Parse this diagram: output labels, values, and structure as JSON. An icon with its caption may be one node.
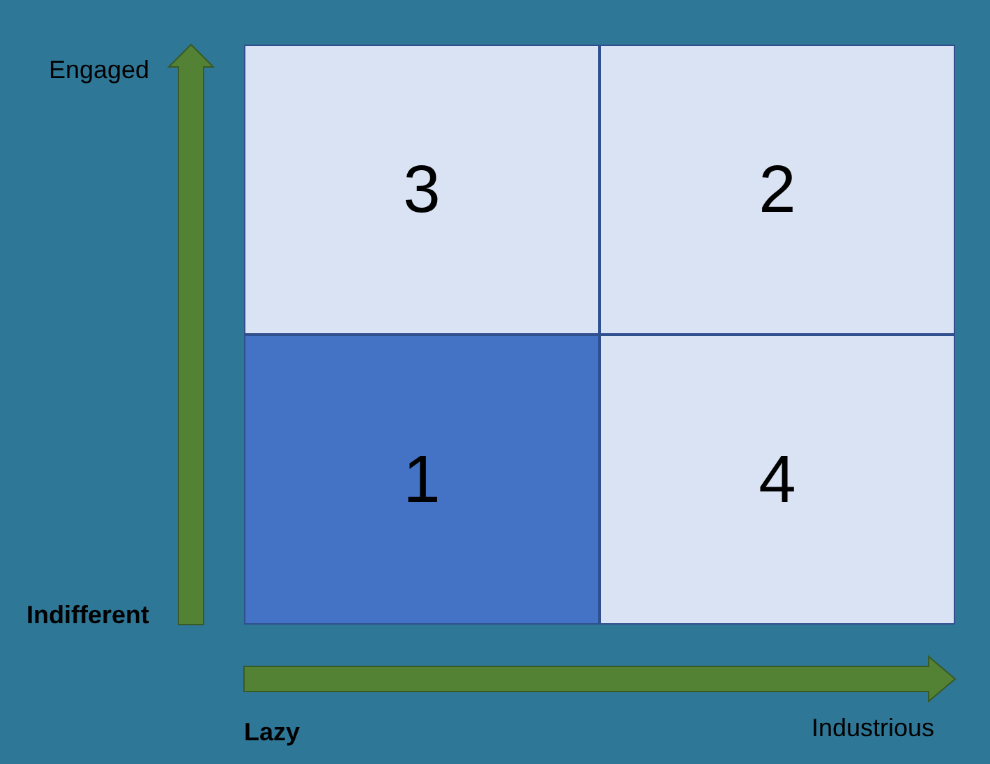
{
  "diagram": {
    "nodes": [
      {
        "text": [
          "3"
        ]
      },
      {
        "text": [
          "2"
        ]
      },
      {
        "text": [
          "1"
        ]
      },
      {
        "text": [
          "4"
        ]
      }
    ],
    "labels": [
      "Engaged",
      "Indifferent",
      "Lazy",
      "Industrious"
    ]
  }
}
